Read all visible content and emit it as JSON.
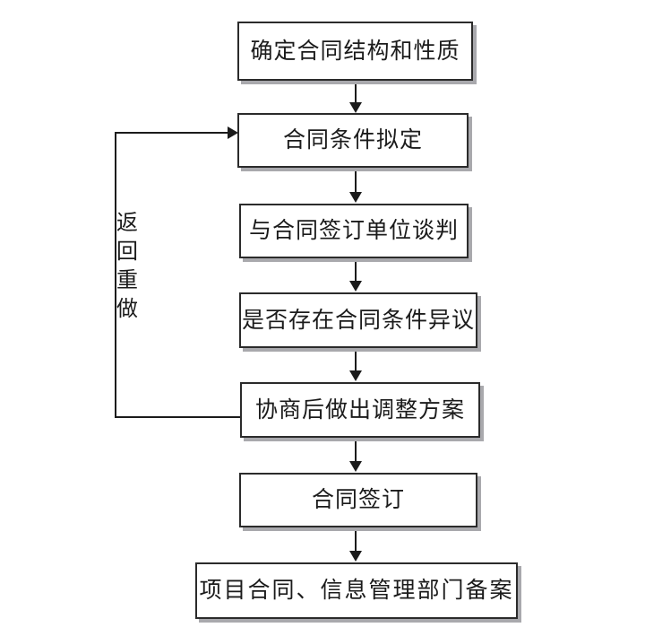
{
  "diagram": {
    "type": "flowchart",
    "orientation": "vertical",
    "background_color": "#ffffff",
    "box_border_color": "#2b2b2b",
    "box_fill_color": "#ffffff",
    "box_shadow_color": "#a9a9ad",
    "connector_color": "#1b1b1b",
    "nodes": [
      {
        "id": "node-1",
        "label": "确定合同结构和性质"
      },
      {
        "id": "node-2",
        "label": "合同条件拟定"
      },
      {
        "id": "node-3",
        "label": "与合同签订单位谈判"
      },
      {
        "id": "node-4",
        "label": "是否存在合同条件异议"
      },
      {
        "id": "node-5",
        "label": "协商后做出调整方案"
      },
      {
        "id": "node-6",
        "label": "合同签订"
      },
      {
        "id": "node-7",
        "label": "项目合同、信息管理部门备案"
      }
    ],
    "edges": [
      {
        "from": "node-1",
        "to": "node-2",
        "style": "straight-down",
        "arrow": true
      },
      {
        "from": "node-2",
        "to": "node-3",
        "style": "straight-down",
        "arrow": true
      },
      {
        "from": "node-3",
        "to": "node-4",
        "style": "straight-down",
        "arrow": true
      },
      {
        "from": "node-4",
        "to": "node-5",
        "style": "straight-down",
        "arrow": true
      },
      {
        "from": "node-5",
        "to": "node-6",
        "style": "straight-down",
        "arrow": true
      },
      {
        "from": "node-6",
        "to": "node-7",
        "style": "straight-down",
        "arrow": true
      },
      {
        "from": "node-5",
        "to": "node-2",
        "style": "feedback-loop-left",
        "arrow": true,
        "label": "返回重做"
      }
    ],
    "feedback_label": {
      "text": "返回重做",
      "characters": [
        "返",
        "回",
        "重",
        "做"
      ],
      "writing_mode": "vertical"
    }
  }
}
